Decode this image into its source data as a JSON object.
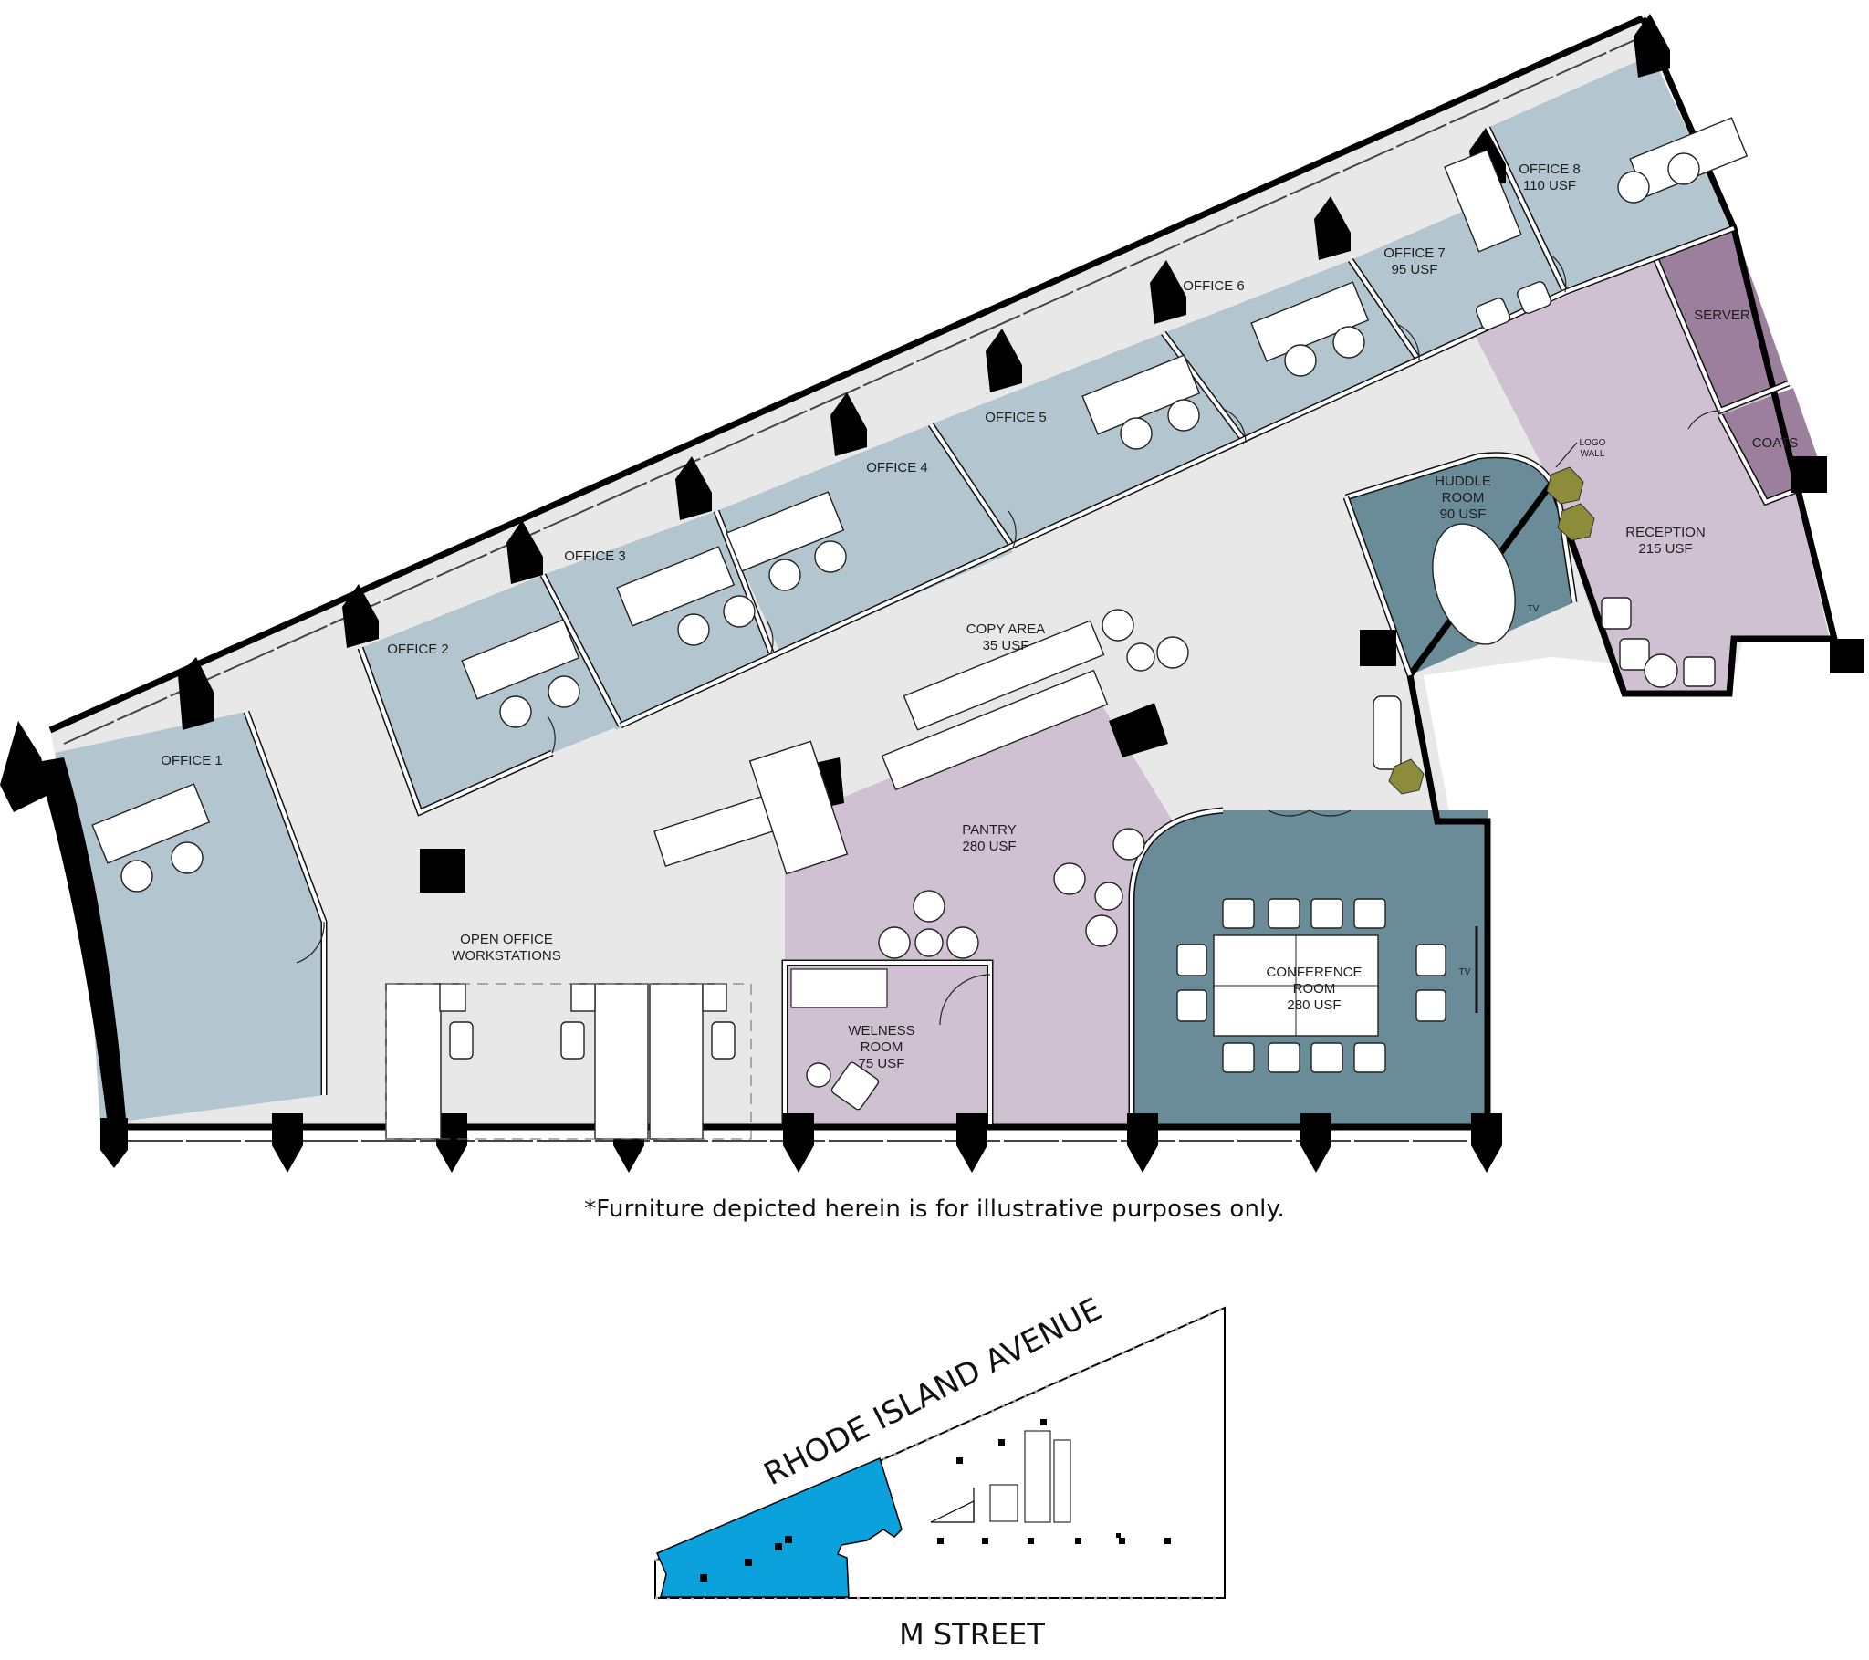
{
  "floor_plan": {
    "colors": {
      "office": "#b3c6cf",
      "circulation": "#e8e8e8",
      "pantry_reception": "#cfc1d1",
      "server_coats": "#9b7f9c",
      "conference_huddle": "#6a8b98",
      "plants": "#8c8c3a",
      "key_plan_highlight": "#0aa1dd"
    },
    "rooms": {
      "office1": {
        "name": "OFFICE 1",
        "area": ""
      },
      "office2": {
        "name": "OFFICE 2",
        "area": ""
      },
      "office3": {
        "name": "OFFICE 3",
        "area": ""
      },
      "office4": {
        "name": "OFFICE 4",
        "area": ""
      },
      "office5": {
        "name": "OFFICE 5",
        "area": ""
      },
      "office6": {
        "name": "OFFICE 6",
        "area": ""
      },
      "office7": {
        "name": "OFFICE 7",
        "area": "95 USF"
      },
      "office8": {
        "name": "OFFICE 8",
        "area": "110 USF"
      },
      "server": {
        "name": "SERVER"
      },
      "coats": {
        "name": "COATS"
      },
      "logo_wall": {
        "line1": "LOGO",
        "line2": "WALL"
      },
      "huddle": {
        "line1": "HUDDLE",
        "line2": "ROOM",
        "area": "90 USF"
      },
      "reception": {
        "name": "RECEPTION",
        "area": "215 USF"
      },
      "copy_area": {
        "name": "COPY AREA",
        "area": "35 USF"
      },
      "pantry": {
        "name": "PANTRY",
        "area": "280 USF"
      },
      "conference": {
        "line1": "CONFERENCE",
        "line2": "ROOM",
        "area": "280 USF"
      },
      "wellness": {
        "line1": "WELNESS",
        "line2": "ROOM",
        "area": "75 USF"
      },
      "open_office": {
        "line1": "OPEN OFFICE",
        "line2": "WORKSTATIONS"
      },
      "tv_huddle": "TV",
      "tv_conference": "TV"
    },
    "disclaimer": "*Furniture depicted herein is for illustrative purposes only."
  },
  "key_plan": {
    "north_street": "RHODE ISLAND AVENUE",
    "south_street": "M STREET"
  }
}
